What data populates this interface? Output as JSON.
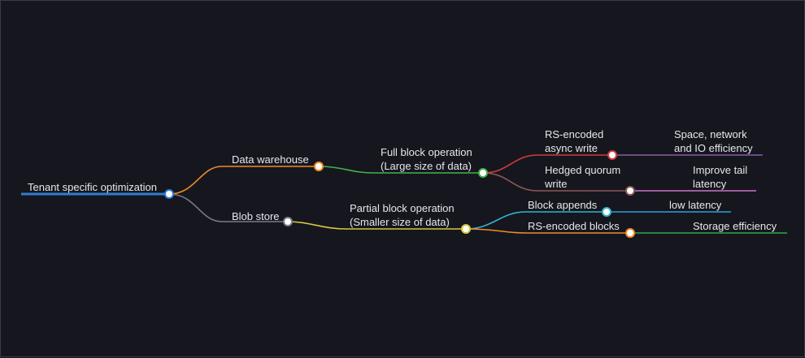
{
  "root": {
    "label": "Tenant specific optimization"
  },
  "branches": [
    {
      "id": "dw",
      "label": "Data warehouse",
      "color": "#f28c28"
    },
    {
      "id": "bs",
      "label": "Blob store",
      "color": "#7a7a88"
    },
    {
      "id": "full",
      "lines": [
        "Full block operation",
        "(Large size of data)"
      ],
      "color": "#3fb54a"
    },
    {
      "id": "partial",
      "lines": [
        "Partial block operation",
        "(Smaller size of data)"
      ],
      "color": "#d4c93a"
    },
    {
      "id": "rs_async",
      "lines": [
        "RS-encoded",
        "async write"
      ],
      "color": "#d23c3c"
    },
    {
      "id": "hedged",
      "lines": [
        "Hedged quorum",
        "write"
      ],
      "color": "#8a5a52"
    },
    {
      "id": "appends",
      "lines": [
        "Block appends"
      ],
      "color": "#2fb6cc"
    },
    {
      "id": "rs_blocks",
      "lines": [
        "RS-encoded blocks"
      ],
      "color": "#f28c28"
    },
    {
      "id": "space",
      "lines": [
        "Space, network",
        "and IO efficiency"
      ],
      "color": "#8a5aa8"
    },
    {
      "id": "tail",
      "lines": [
        "Improve tail",
        "latency"
      ],
      "color": "#c873c8"
    },
    {
      "id": "lowlat",
      "lines": [
        "low latency"
      ],
      "color": "#2f9fd6"
    },
    {
      "id": "storage",
      "lines": [
        "Storage efficiency"
      ],
      "color": "#2fa84a"
    }
  ],
  "colors": {
    "root": "#2f7fd1",
    "background": "#16161f",
    "text": "#e6e6ea"
  }
}
